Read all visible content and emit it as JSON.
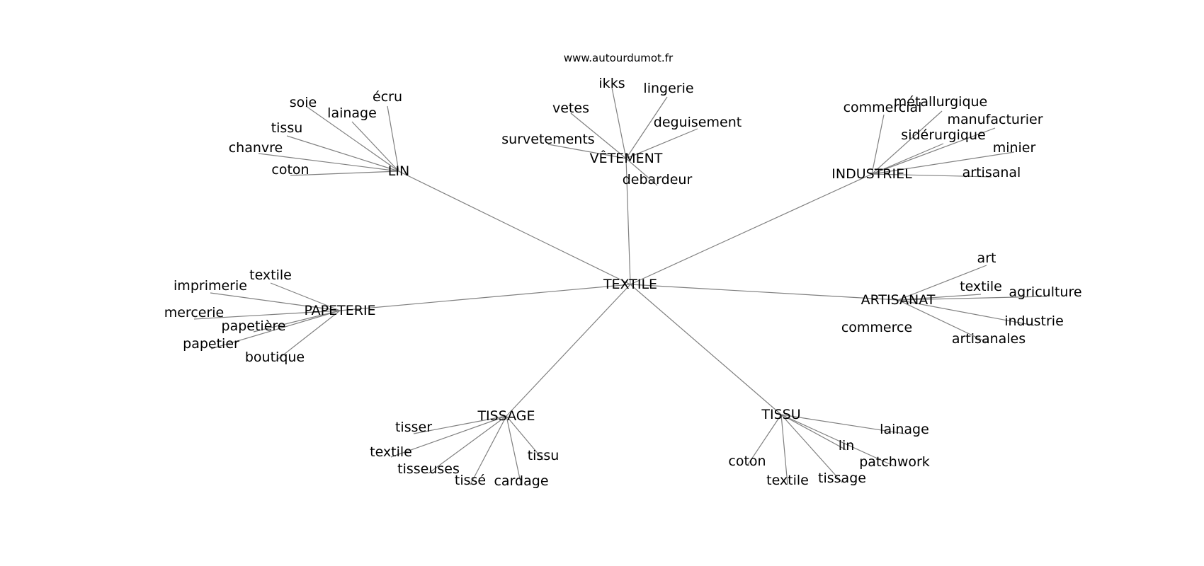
{
  "site": "www.autourdumot.fr",
  "root": {
    "id": "textile",
    "label": "TEXTILE"
  },
  "groups": [
    {
      "id": "lin",
      "label": "LIN",
      "leaves": [
        {
          "label": "soie"
        },
        {
          "label": "écru"
        },
        {
          "label": "lainage"
        },
        {
          "label": "tissu"
        },
        {
          "label": "chanvre"
        },
        {
          "label": "coton"
        }
      ]
    },
    {
      "id": "vetement",
      "label": "VÊTEMENT",
      "leaves": [
        {
          "label": "ikks"
        },
        {
          "label": "lingerie"
        },
        {
          "label": "vetes"
        },
        {
          "label": "deguisement"
        },
        {
          "label": "survetements"
        },
        {
          "label": "debardeur"
        }
      ]
    },
    {
      "id": "industriel",
      "label": "INDUSTRIEL",
      "leaves": [
        {
          "label": "commercial"
        },
        {
          "label": "métallurgique"
        },
        {
          "label": "manufacturier"
        },
        {
          "label": "sidérurgique"
        },
        {
          "label": "minier"
        },
        {
          "label": "artisanal"
        }
      ]
    },
    {
      "id": "papeterie",
      "label": "PAPETERIE",
      "leaves": [
        {
          "label": "textile"
        },
        {
          "label": "imprimerie"
        },
        {
          "label": "mercerie"
        },
        {
          "label": "papetière"
        },
        {
          "label": "papetier"
        },
        {
          "label": "boutique"
        }
      ]
    },
    {
      "id": "artisanat",
      "label": "ARTISANAT",
      "leaves": [
        {
          "label": "art"
        },
        {
          "label": "textile"
        },
        {
          "label": "agriculture"
        },
        {
          "label": "industrie"
        },
        {
          "label": "commerce"
        },
        {
          "label": "artisanales"
        }
      ]
    },
    {
      "id": "tissage",
      "label": "TISSAGE",
      "leaves": [
        {
          "label": "tisser"
        },
        {
          "label": "textile"
        },
        {
          "label": "tissu"
        },
        {
          "label": "tisseuses"
        },
        {
          "label": "tissé"
        },
        {
          "label": "cardage"
        }
      ]
    },
    {
      "id": "tissu",
      "label": "TISSU",
      "leaves": [
        {
          "label": "lainage"
        },
        {
          "label": "lin"
        },
        {
          "label": "patchwork"
        },
        {
          "label": "coton"
        },
        {
          "label": "textile"
        },
        {
          "label": "tissage"
        }
      ]
    }
  ],
  "edge_color": "#808080"
}
